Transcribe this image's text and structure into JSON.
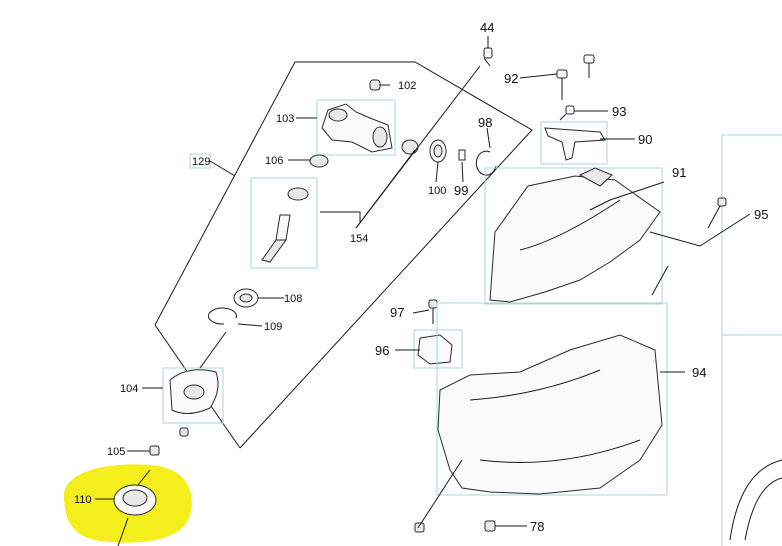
{
  "diagram": {
    "highlight_color": "#f4ee1d",
    "accent_box_color": "#a8d4dc",
    "labels": {
      "p44": "44",
      "p92": "92",
      "p102": "102",
      "p93": "93",
      "p103": "103",
      "p98": "98",
      "p90": "90",
      "p129": "129",
      "p106": "106",
      "p100": "100",
      "p99": "99",
      "p91": "91",
      "p95": "95",
      "p154": "154",
      "p108": "108",
      "p97": "97",
      "p109": "109",
      "p96": "96",
      "p104": "104",
      "p94": "94",
      "p105": "105",
      "p110": "110",
      "p78": "78"
    }
  }
}
